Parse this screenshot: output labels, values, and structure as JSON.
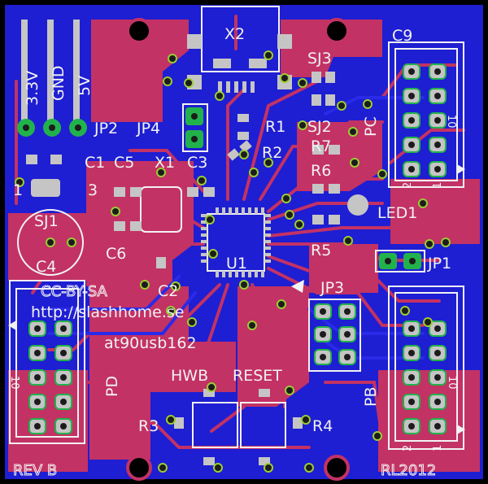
{
  "colors": {
    "background": "#000000",
    "bottom_copper": "#1e1ed2",
    "top_copper": "#c33264",
    "silk": "#f2f2f2",
    "pad": "#c5c5c5",
    "via_ring": "#9acd32",
    "drill": "#1c1c1c",
    "green_pad": "#22b24c"
  },
  "labels": {
    "x2": "X2",
    "sj3": "SJ3",
    "c9": "C9",
    "v33": "3.3V",
    "gnd": "GND",
    "v5": "5V",
    "jp2": "JP2",
    "jp4": "JP4",
    "r1": "R1",
    "sj2": "SJ2",
    "pc": "PC",
    "r2": "R2",
    "r7": "R7",
    "c1": "C1",
    "c5": "C5",
    "x1": "X1",
    "c3": "C3",
    "r6": "R6",
    "one_left": "1",
    "three": "3",
    "led1": "LED1",
    "sj1": "SJ1",
    "r5": "R5",
    "c6": "C6",
    "u1": "U1",
    "jp1": "JP1",
    "c4": "C4",
    "c2": "C2",
    "jp3": "JP3",
    "license": "CC-BY-SA",
    "url": "http://slashhome.se",
    "chip": "at90usb162",
    "pd": "PD",
    "pb": "PB",
    "hwb": "HWB",
    "reset": "RESET",
    "r3": "R3",
    "r4": "R4",
    "rev": "REV B",
    "year": "RL2012",
    "ten_top": "10",
    "ten_pd": "10",
    "ten_pb": "10",
    "two_top": "2",
    "one_top": "1",
    "two_pb": "2",
    "one_pb": "1"
  }
}
